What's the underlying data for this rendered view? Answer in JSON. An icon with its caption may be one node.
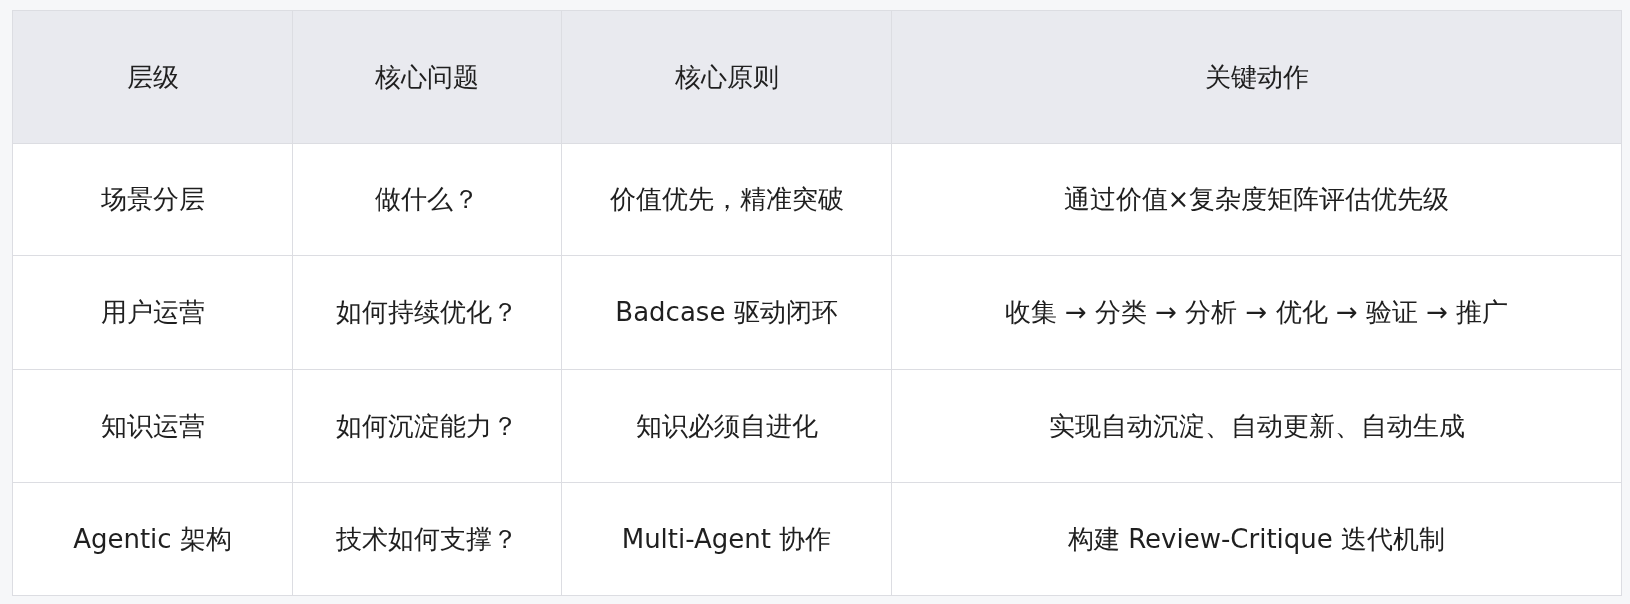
{
  "diagram": {
    "labels": [
      "层级",
      "核心问题",
      "核心原则",
      "关键动作",
      "场景分层",
      "做什么？",
      "价值优先，精准突破",
      "通过价值×复杂度矩阵评估优先级",
      "用户运营",
      "如何持续优化？",
      "Badcase 驱动闭环",
      "收集 → 分类 → 分析 → 优化 → 验证 → 推广",
      "知识运营",
      "如何沉淀能力？",
      "知识必须自进化",
      "实现自动沉淀、自动更新、自动生成",
      "Agentic 架构",
      "技术如何支撑？",
      "Multi-Agent 协作",
      "构建 Review-Critique 迭代机制"
    ]
  }
}
